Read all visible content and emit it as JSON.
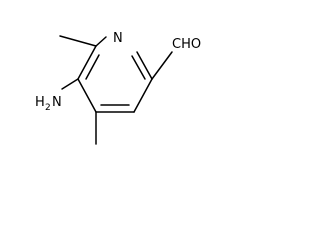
{
  "molecule": {
    "atoms": {
      "ring_nitrogen": "N",
      "aldehyde": "CHO",
      "amine_main": "H",
      "amine_sub": "2",
      "amine_tail": "N"
    }
  }
}
